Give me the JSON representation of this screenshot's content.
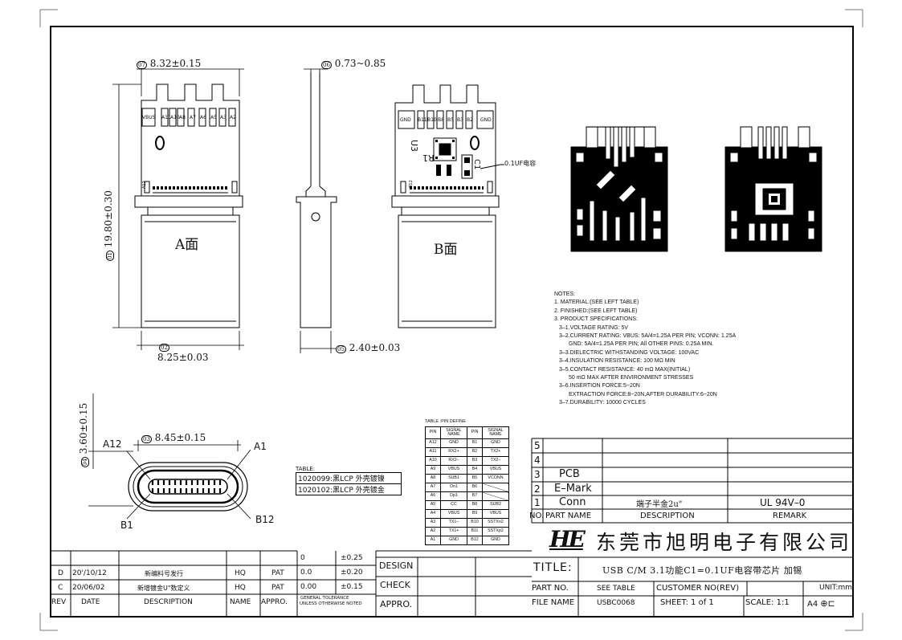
{
  "views": {
    "a_label": "A面",
    "b_label": "B面",
    "a_pins_top": [
      "VBUS",
      "A11",
      "A10",
      "A8",
      "A7",
      "A6",
      "A5",
      "A3",
      "A2"
    ],
    "b_pins_top": [
      "GND",
      "B11",
      "B10",
      "B8",
      "B5",
      "B3",
      "B2",
      "GND"
    ],
    "a_row_mark": "A12",
    "b_row_mark": "B12",
    "b_components": {
      "u3": "U3",
      "r1": "R1",
      "c1": "C1",
      "letter": "O"
    },
    "capacitor_callout": "0.1UF电容",
    "dims": {
      "d07": {
        "tag": "07",
        "text": "8.32±0.15"
      },
      "d06": {
        "tag": "06",
        "text": "0.73~0.85"
      },
      "d01": {
        "tag": "01",
        "text": "19.80±0.30"
      },
      "d02": {
        "tag": "02",
        "text": "8.25±0.03"
      },
      "d05": {
        "tag": "05",
        "text": "2.40±0.03"
      },
      "d03": {
        "tag": "03",
        "text": "8.45±0.15"
      },
      "d04": {
        "tag": "04",
        "text": "3.60±0.15"
      }
    },
    "front_labels": {
      "a12": "A12",
      "a1": "A1",
      "b1": "B1",
      "b12": "B12"
    }
  },
  "notes": {
    "title": "NOTES:",
    "lines": [
      "1. MATERIAL:(SEE LEFT TABLE)",
      "2. FINISHED:(SEE LEFT TABLE)",
      "3. PRODUCT SPECIFICATIONS:",
      "  3–1.VOLTAGE RATING: 5V",
      "  3–2.CURRENT RATING: VBUS: 5A/4=1.25A PER PIN; VCONN: 1.25A",
      "         GND: 5A/4=1.25A PER PIN; All OTHER PINS: 0.25A MIN.",
      "  3–3.DIELECTRIC WITHSTANDING VOLTAGE: 100VAC",
      "  3–4.INSULATION RESISTANCE: 100 MΩ MIN",
      "  3–5.CONTACT RESISTANCE: 40 mΩ MAX(INITIAL)",
      "         50 mΩ MAX AFTER ENVIRONMENT STRESSES",
      "  3–6.INSERTION FORCE:5~20N",
      "         EXTRACTION FORCE:8~20N,AFTER DURABILITY:6~20N",
      "  3–7.DURABILITY: 10000 CYCLES"
    ]
  },
  "pin_table": {
    "title": "TABLE :PIN DEFINE",
    "headers": [
      "PIN",
      "SIGNAL NAME",
      "PIN",
      "SIGNAL NAME"
    ],
    "rows": [
      [
        "A12",
        "GND",
        "B1",
        "GND"
      ],
      [
        "A11",
        "RX2+",
        "B2",
        "TX2+"
      ],
      [
        "A10",
        "RX2–",
        "B3",
        "TX2–"
      ],
      [
        "A9",
        "VBUS",
        "B4",
        "VBUS"
      ],
      [
        "A8",
        "SUB1",
        "B5",
        "VCONN"
      ],
      [
        "A7",
        "Dn1",
        "B6",
        ""
      ],
      [
        "A6",
        "Dp1",
        "B7",
        ""
      ],
      [
        "A5",
        "CC",
        "B8",
        "SUB2"
      ],
      [
        "A4",
        "VBUS",
        "B9",
        "VBUS"
      ],
      [
        "A3",
        "TX1–",
        "B10",
        "SSTXn2"
      ],
      [
        "A2",
        "TX1+",
        "B11",
        "SSTXp2"
      ],
      [
        "A1",
        "GND",
        "B12",
        "GND"
      ]
    ]
  },
  "material_table": {
    "title": "TABLE:",
    "rows": [
      "1020099:黑LCP 外壳镀镍",
      "1020102:黑LCP 外壳镀金"
    ]
  },
  "bom": {
    "rows": [
      {
        "no": "5",
        "part": "",
        "desc": "",
        "remark": ""
      },
      {
        "no": "4",
        "part": "",
        "desc": "",
        "remark": ""
      },
      {
        "no": "3",
        "part": "PCB",
        "desc": "",
        "remark": ""
      },
      {
        "no": "2",
        "part": "E–Mark",
        "desc": "",
        "remark": ""
      },
      {
        "no": "1",
        "part": "Conn",
        "desc": "端子半金2u\"",
        "remark": "UL 94V–0"
      }
    ],
    "header": {
      "no": "NO.",
      "part": "PART NAME",
      "desc": "DESCRIPTION",
      "remark": "REMARK"
    }
  },
  "company": {
    "logo": "HE",
    "name": "东莞市旭明电子有限公司"
  },
  "title_block": {
    "title_label": "TITLE:",
    "title_value": "USB C/M 3.1功能C1=0.1UF电容带芯片 加锡",
    "part_no_label": "PART NO.",
    "part_no_value": "SEE TABLE",
    "customer_label": "CUSTOMER NO(REV)",
    "unit_label": "UNIT:mm",
    "file_name_label": "FILE NAME",
    "file_name_value": "USBC0068",
    "sheet": "SHEET: 1 of 1",
    "scale": "SCALE: 1:1",
    "paper": "A4"
  },
  "approvals": {
    "design": "DESIGN",
    "check": "CHECK",
    "appro": "APPRO."
  },
  "tolerance": {
    "rows": [
      [
        "0",
        "±0.25"
      ],
      [
        "0.0",
        "±0.20"
      ],
      [
        "0.00",
        "±0.15"
      ]
    ],
    "label1": "GENERAL TOLERANCE",
    "label2": "UNLESS OTHERWISE NOTED"
  },
  "revisions": {
    "rows": [
      {
        "rev": "",
        "date": "",
        "desc": "",
        "name": "",
        "appro": ""
      },
      {
        "rev": "D",
        "date": "20'/10/12",
        "desc": "新编料号发行",
        "name": "HQ",
        "appro": "PAT"
      },
      {
        "rev": "C",
        "date": "20/06/02",
        "desc": "新增镀金U\"数定义",
        "name": "HQ",
        "appro": "PAT"
      }
    ],
    "header": {
      "rev": "REV",
      "date": "DATE",
      "desc": "DESCRIPTION",
      "name": "NAME",
      "appro": "APPRO."
    }
  }
}
